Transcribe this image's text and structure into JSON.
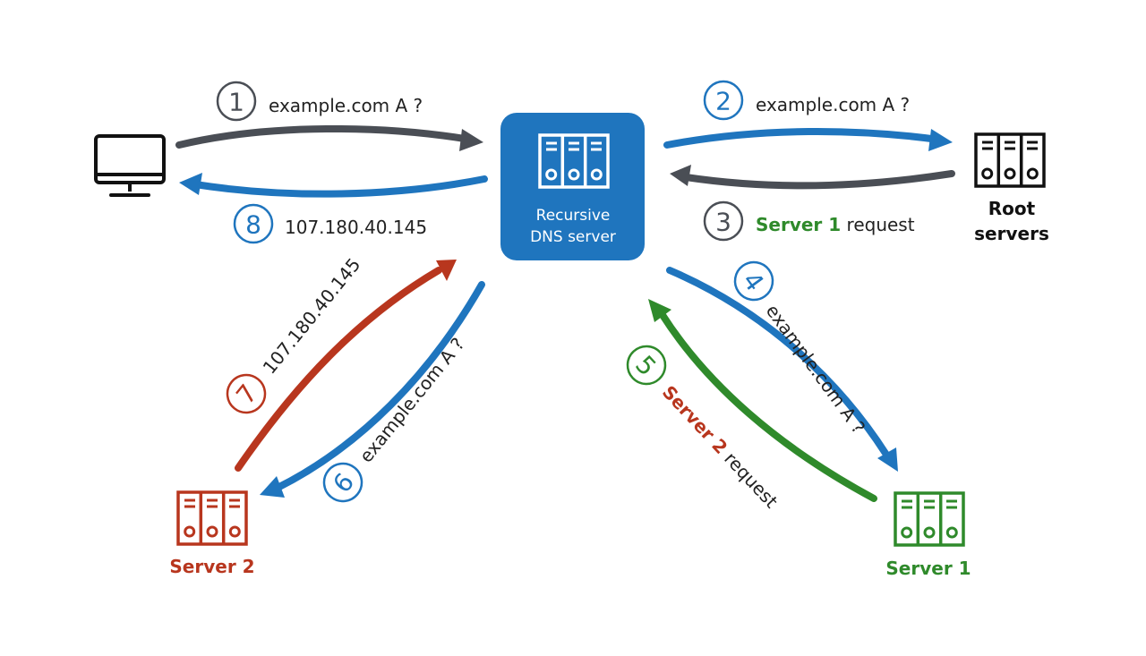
{
  "colors": {
    "blue": "#1f75be",
    "gray": "#4a4e55",
    "red": "#b8361e",
    "green": "#2f8a2b",
    "black": "#111111",
    "text": "#222222"
  },
  "nodes": {
    "client": {
      "icon": "computer-monitor-icon"
    },
    "resolver": {
      "icon": "server-rack-icon",
      "label_line1": "Recursive",
      "label_line2": "DNS server"
    },
    "root": {
      "icon": "server-rack-icon",
      "label_line1": "Root",
      "label_line2": "servers"
    },
    "server1": {
      "icon": "server-rack-icon",
      "label": "Server 1"
    },
    "server2": {
      "icon": "server-rack-icon",
      "label": "Server 2"
    }
  },
  "steps": [
    {
      "number": "1",
      "text": "example.com A ?",
      "color": "gray"
    },
    {
      "number": "2",
      "text": "example.com A ?",
      "color": "blue"
    },
    {
      "number": "3",
      "highlight": "Server 1",
      "text": " request",
      "color": "gray"
    },
    {
      "number": "4",
      "text": "example.com A ?",
      "color": "blue"
    },
    {
      "number": "5",
      "highlight": "Server 2",
      "text": " request",
      "color": "green"
    },
    {
      "number": "6",
      "text": "example.com A ?",
      "color": "blue"
    },
    {
      "number": "7",
      "text": "107.180.40.145",
      "color": "red"
    },
    {
      "number": "8",
      "text": "107.180.40.145",
      "color": "blue"
    }
  ]
}
